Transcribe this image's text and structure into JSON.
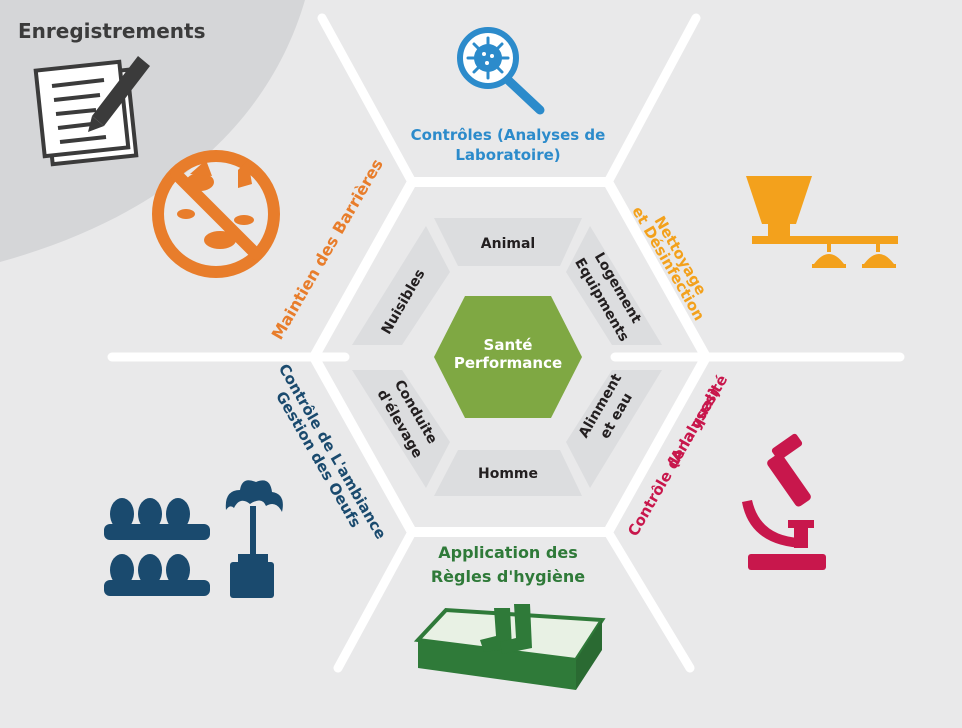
{
  "colors": {
    "background": "#e9e9ea",
    "corner": "#d5d6d8",
    "separator": "#ffffff",
    "inner_panel": "#dcdddf",
    "center": "#7fa843",
    "dark_text": "#231f20",
    "icon_dark": "#3b3b3b",
    "blue": "#2c8bcb",
    "orange": "#e87d2b",
    "gold": "#f3a11c",
    "navy": "#1a4a6e",
    "green": "#2f7a39",
    "crimson": "#c8174c"
  },
  "corner_label": "Enregistrements",
  "center": {
    "line1": "Santé",
    "line2": "Performance"
  },
  "inner_labels": {
    "top": "Animal",
    "top_right_1": "Logement",
    "top_right_2": "Equipments",
    "bottom_right_1": "Alinment",
    "bottom_right_2": "et eau",
    "bottom": "Homme",
    "bottom_left_1": "Conduite",
    "bottom_left_2": "d'élevage",
    "top_left": "Nuisibles"
  },
  "outer_labels": {
    "top_1": "Contrôles (Analyses de",
    "top_2": "Laboratoire)",
    "top_right_1": "Nettoyage",
    "top_right_2": "et Désinfection",
    "bottom_right_1": "Contrôle de la qualité",
    "bottom_right_2": "(Analyses)",
    "bottom_1": "Application des",
    "bottom_2": "Règles d'hygiène",
    "bottom_left_1": "Contrôle de L'ambiance",
    "bottom_left_2": "Gestion des Oeufs",
    "top_left": "Maintien des Barrières"
  },
  "icons": {
    "records": "notepad-pencil-icon",
    "lab": "virus-magnifier-icon",
    "cleaning": "feeder-hopper-icon",
    "pests": "no-pests-icon",
    "quality": "microscope-icon",
    "hygiene": "footbath-boots-icon",
    "eggs": "egg-trays-icon",
    "ambiance": "fogger-icon"
  }
}
